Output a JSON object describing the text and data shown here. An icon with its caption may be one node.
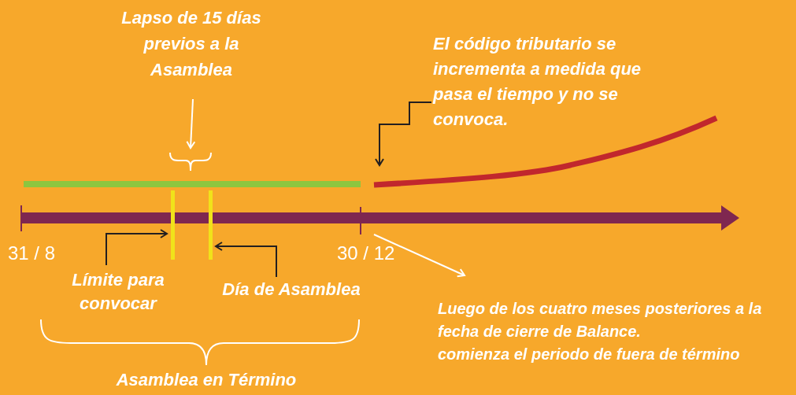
{
  "diagram": {
    "nodes": [
      {
        "text": [
          "Lapso de 15 días previos a la Asamblea"
        ]
      },
      {
        "text": [],
        "shape": "bracket"
      },
      {
        "text": [
          "El código tributario se incrementa a medida que pasa el tiempo y no se convoca."
        ]
      },
      {
        "text": [],
        "shape": "curve"
      },
      {
        "text": [],
        "shape": "bar"
      },
      {
        "text": [],
        "shape": "bar"
      },
      {
        "text": [
          "Límite para convocar"
        ]
      },
      {
        "text": [
          "Día de Asamblea"
        ]
      },
      {
        "text": [
          "Luego de los cuatro meses posteriores a la fecha de cierre de Balance.",
          "comienza  el periodo de fuera de término"
        ]
      }
    ],
    "edges": [
      {
        "from": 0,
        "to": 1,
        "arrow": "to",
        "color": "#ffffff"
      },
      {
        "from": 2,
        "to": 3,
        "arrow": "to"
      },
      {
        "from": 6,
        "to": 4,
        "arrow": "to"
      },
      {
        "from": 7,
        "to": 5,
        "arrow": "to"
      },
      {
        "from": null,
        "to": 8,
        "arrow": "to",
        "color": "#ffffff"
      }
    ],
    "labels": [
      "31 / 8",
      "30 / 12",
      "Asamblea en Término"
    ]
  }
}
